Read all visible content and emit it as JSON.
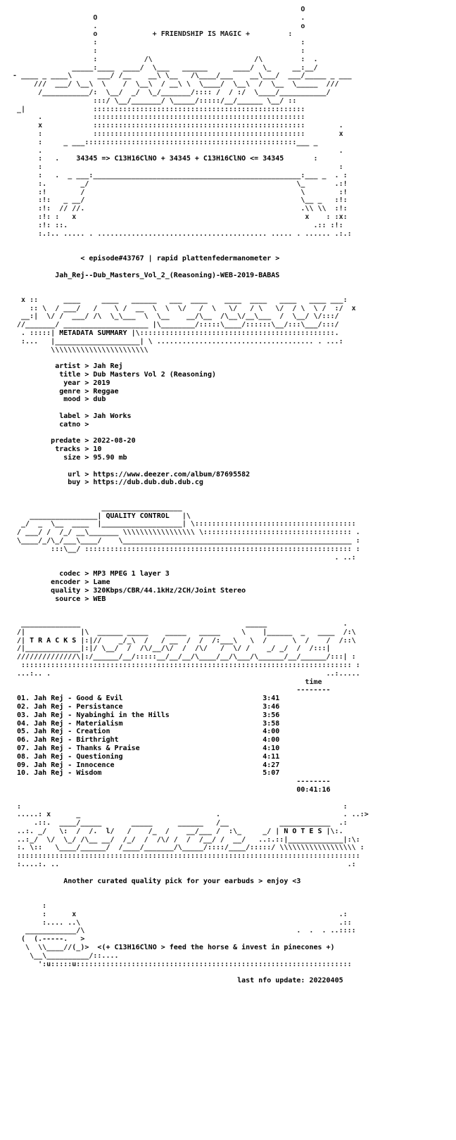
{
  "header": {
    "art": "                                                                 O\n                   O                                             .\n                   o             + FRIENDSHIP IS MAGIC +         o\n                   :                                              :\n                   :                                              :\n                   :                                              :\n                   :         /\\                        /\\        :  .\n              _____:____  __/  \\__   ______      ____/  \\_     __:__/\n- ____ _ ____\\      ___/ /__    __\\ \\__   /\\____/___    __\\___/  ___/_____ _ ___\n     ///  ___/ \\__\\  \\    /  \\__\\  / __\\ \\  \\____/  \\__\\  /  \\__  \\_____  ///\n      /___________/:  \\__/  _/  \\_/_______/:::: /  / :/  \\____/___________/\n                   :::/ \\__/_______/ \\_____/:::::/__/______ \\__/ ::\n                   ::::::::::::::::::::::::::::::::::::::::::::::::::\n                   ::::::::::::::::::::::::::::::::::::::::::::::::::\n                   ::::::::::::::::::::::::::::::::::::::::::::::::::\n                   ::::::::::::::::::::::::::::::::::::::::::::::::::\n                   ::::::::::::::::::::::::::::::::::::::::::::::::::\n              _ ___::::::::::::::::::::::::::::::::::::::::::::::::::___ _\n",
    "formula": "34345 => C13H16ClNO + 34345 + C13H16ClNO <= 34345",
    "art_lower": "      :              _ ___:_________________________________________________:___ _      . :\n      :.               _/                                                 \\_          :\n      :!               /                                                   \\          :!\n      :!:          _ __/                                                   \\__ _       :!\n      :!:         // //.                                                   .\\\\ \\\\      :!:\n      :!: :         x                                                       x        : :x:\n      :!: ::.                                                                      .:: :!:\n      :.:.. ..... . ................................................ ..... . ...... ..:.:",
    "episode": "< episode#43767 | rapid plattenfedermanometer >",
    "release": "Jah_Rej--Dub_Masters_Vol_2_(Reasoning)-WEB-2019-BABAS"
  },
  "metadata": {
    "section_title": "METADATA SUMMARY",
    "art_top": " x ::      ____     ____   ______   ___  ____    ____  ____   ____   ____  ___:\n   :: \\  / ___/   /    \\ /  __  \\  \\  \\/   /  \\   \\/   / \\   \\/  / \\  \\ /  :/\n __:|  \\/ /  ___/ /\\  \\_\\___  \\  \\__    __/\\__  /\\__\\/__\\___  /  \\__/ \\/:::/\n//_______/",
    "fields": [
      {
        "key": "artist",
        "value": "Jah Rej"
      },
      {
        "key": "title",
        "value": "Dub Masters Vol 2 (Reasoning)"
      },
      {
        "key": "year",
        "value": "2019"
      },
      {
        "key": "genre",
        "value": "Reggae"
      },
      {
        "key": "mood",
        "value": "dub"
      },
      {
        "key": "label",
        "value": "Jah Works"
      },
      {
        "key": "catno",
        "value": ""
      },
      {
        "key": "predate",
        "value": "2022-08-20"
      },
      {
        "key": "tracks",
        "value": "10"
      },
      {
        "key": "size",
        "value": "95.90 mb"
      },
      {
        "key": "url",
        "value": "https://www.deezer.com/album/87695582"
      },
      {
        "key": "buy",
        "value": "https://dub.dub.dub.dub.cg"
      }
    ]
  },
  "quality": {
    "section_title": "QUALITY CONTROL",
    "fields": [
      {
        "key": "codec",
        "value": "MP3 MPEG 1 layer 3"
      },
      {
        "key": "encoder",
        "value": "Lame"
      },
      {
        "key": "quality",
        "value": "320Kbps/CBR/44.1kHz/2CH/Joint Stereo"
      },
      {
        "key": "source",
        "value": "WEB"
      }
    ]
  },
  "tracks": {
    "section_title": "T R A C K S",
    "time_header": "time",
    "list": [
      {
        "num": "01.",
        "name": "Jah Rej - Good & Evil",
        "time": "3:41"
      },
      {
        "num": "02.",
        "name": "Jah Rej - Persistance",
        "time": "3:46"
      },
      {
        "num": "03.",
        "name": "Jah Rej - Nyabinghi in the Hills",
        "time": "3:56"
      },
      {
        "num": "04.",
        "name": "Jah Rej - Materialism",
        "time": "3:58"
      },
      {
        "num": "05.",
        "name": "Jah Rej - Creation",
        "time": "4:00"
      },
      {
        "num": "06.",
        "name": "Jah Rej - Birthright",
        "time": "4:00"
      },
      {
        "num": "07.",
        "name": "Jah Rej - Thanks & Praise",
        "time": "4:10"
      },
      {
        "num": "08.",
        "name": "Jah Rej - Questioning",
        "time": "4:11"
      },
      {
        "num": "09.",
        "name": "Jah Rej - Innocence",
        "time": "4:27"
      },
      {
        "num": "10.",
        "name": "Jah Rej - Wisdom",
        "time": "5:07"
      }
    ],
    "total": "00:41:16"
  },
  "notes": {
    "section_title": "N O T E S",
    "text": "Another curated quality pick for your earbuds > enjoy <3"
  },
  "footer": {
    "tagline": "<(+ C13H16ClNO > feed the horse & invest in pinecones +)",
    "last_update": "last nfo update: 20220405"
  }
}
